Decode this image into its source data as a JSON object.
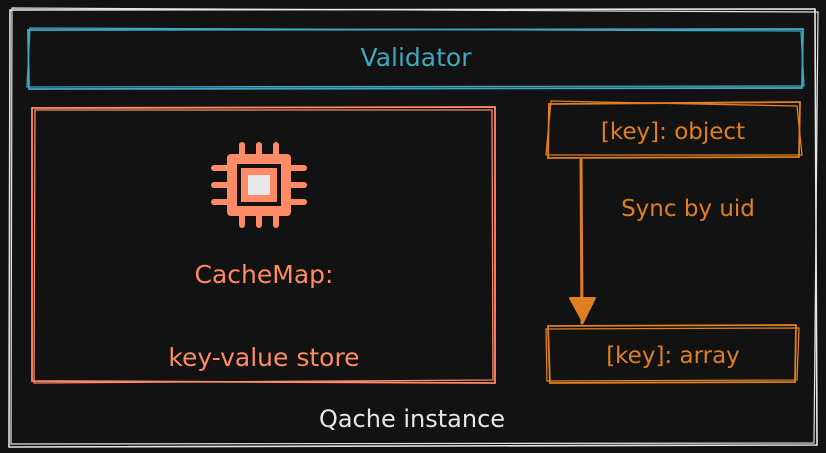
{
  "diagram": {
    "validator_label": "Validator",
    "cachemap_title": "CacheMap:",
    "cachemap_subtitle": "key-value store",
    "object_label": "[key]: object",
    "array_label": "[key]: array",
    "sync_label": "Sync by uid",
    "instance_label": "Qache instance",
    "chip_icon": "cpu-chip-icon"
  },
  "colors": {
    "background": "#121212",
    "white_stroke": "#e6e6e6",
    "teal": "#3fa8bf",
    "salmon": "#ff8a66",
    "orange": "#e07f1f"
  }
}
